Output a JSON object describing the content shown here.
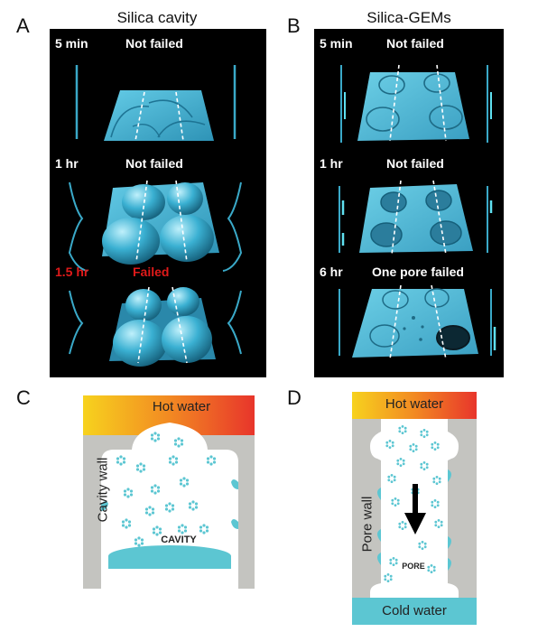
{
  "panel_letters": {
    "a": "A",
    "b": "B",
    "c": "C",
    "d": "D"
  },
  "panel_a": {
    "title": "Silica cavity",
    "rows": [
      {
        "time": "5 min",
        "status": "Not failed",
        "status_color": "#ffffff"
      },
      {
        "time": "1 hr",
        "status": "Not failed",
        "status_color": "#ffffff"
      },
      {
        "time": "1.5  hr",
        "status": "Failed",
        "status_color": "#e01a1a"
      }
    ]
  },
  "panel_b": {
    "title": "Silica-GEMs",
    "rows": [
      {
        "time": "5 min",
        "status": "Not failed",
        "status_color": "#ffffff"
      },
      {
        "time": "1 hr",
        "status": "Not failed",
        "status_color": "#ffffff"
      },
      {
        "time": "6  hr",
        "status": "One pore failed",
        "status_color": "#ffffff"
      }
    ]
  },
  "panel_c": {
    "hot_label": "Hot water",
    "wall_label": "Cavity wall",
    "inner_label": "CAVITY"
  },
  "panel_d": {
    "hot_label": "Hot water",
    "wall_label": "Pore wall",
    "inner_label": "PORE",
    "cold_label": "Cold water"
  },
  "colors": {
    "surface": "#3aa9c8",
    "water_blue": "#5cc6d2",
    "wall_gray": "#c4c4c0",
    "hot_top": "#f7d21e",
    "hot_red": "#e8352b"
  }
}
